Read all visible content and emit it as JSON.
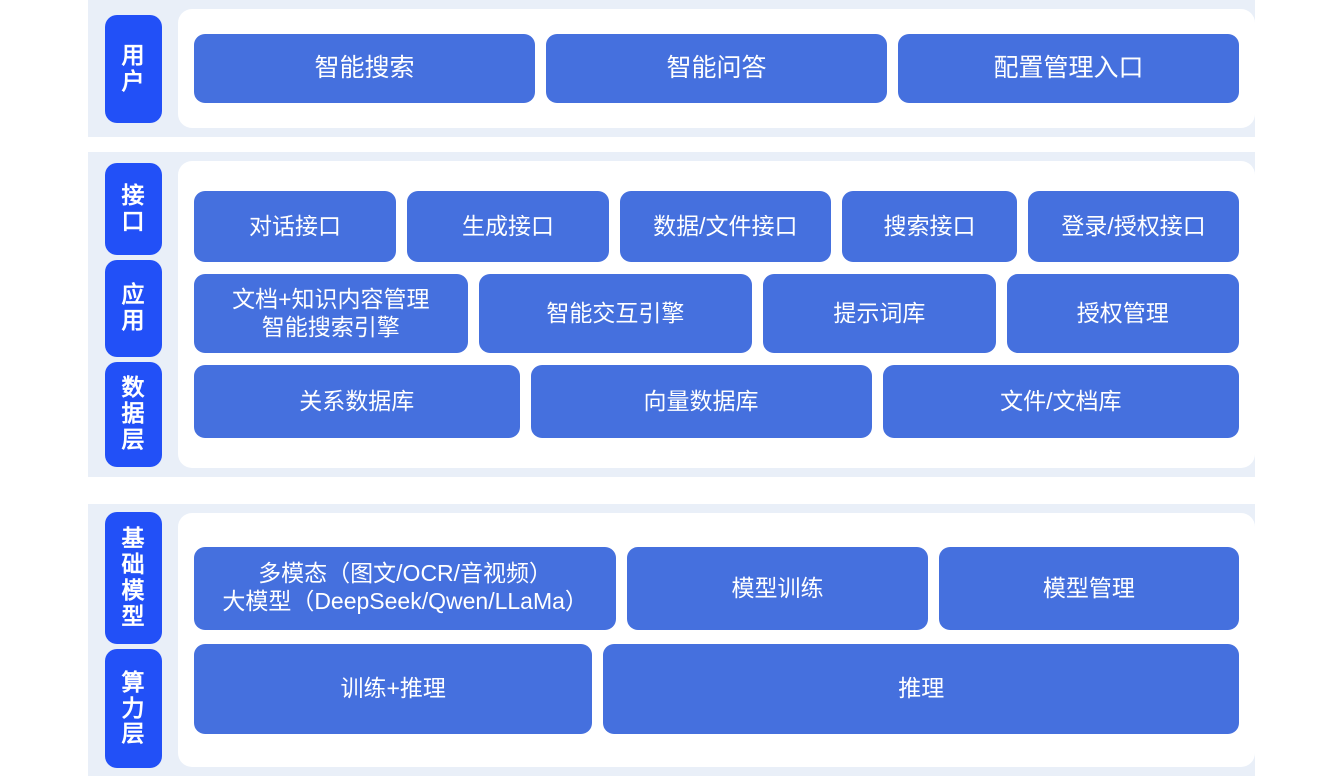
{
  "colors": {
    "tab_blue": "#2250f7",
    "card_blue": "#4570de",
    "band_bg": "#e9eff8",
    "panel_bg": "#ffffff",
    "page_bg": "#ffffff",
    "text_on_blue": "#ffffff"
  },
  "sections": [
    {
      "id": "user",
      "tabs": [
        {
          "name": "user-tier",
          "chars": [
            "用",
            "户"
          ],
          "label": "用户"
        }
      ],
      "rows": [
        {
          "id": "user-row",
          "cards": [
            {
              "name": "card-intelligent-search",
              "label": "智能搜索"
            },
            {
              "name": "card-intelligent-qa",
              "label": "智能问答"
            },
            {
              "name": "card-config-management-entry",
              "label": "配置管理入口"
            }
          ]
        }
      ]
    },
    {
      "id": "platform",
      "tabs": [
        {
          "name": "interface-tier",
          "chars": [
            "接",
            "口"
          ],
          "label": "接口"
        },
        {
          "name": "application-tier",
          "chars": [
            "应",
            "用"
          ],
          "label": "应用"
        },
        {
          "name": "data-tier",
          "chars": [
            "数",
            "据",
            "层"
          ],
          "label": "数据层"
        }
      ],
      "rows": [
        {
          "id": "api-row",
          "cards": [
            {
              "name": "card-dialog-api",
              "label": "对话接口"
            },
            {
              "name": "card-generation-api",
              "label": "生成接口"
            },
            {
              "name": "card-data-file-api",
              "label": "数据/文件接口"
            },
            {
              "name": "card-search-api",
              "label": "搜索接口"
            },
            {
              "name": "card-login-auth-api",
              "label": "登录/授权接口"
            }
          ]
        },
        {
          "id": "application-row",
          "cards": [
            {
              "name": "card-document-knowledge-management",
              "label": "文档+知识内容管理\n智能搜索引擎"
            },
            {
              "name": "card-intelligent-interaction-engine",
              "label": "智能交互引擎"
            },
            {
              "name": "card-prompt-library",
              "label": "提示词库"
            },
            {
              "name": "card-authorization-management",
              "label": "授权管理"
            }
          ]
        },
        {
          "id": "data-row",
          "cards": [
            {
              "name": "card-relational-database",
              "label": "关系数据库"
            },
            {
              "name": "card-vector-database",
              "label": "向量数据库"
            },
            {
              "name": "card-file-document-store",
              "label": "文件/文档库"
            }
          ]
        }
      ]
    },
    {
      "id": "infrastructure",
      "tabs": [
        {
          "name": "foundation-model-tier",
          "chars": [
            "基",
            "础",
            "模",
            "型"
          ],
          "label": "基础模型"
        },
        {
          "name": "compute-tier",
          "chars": [
            "算",
            "力",
            "层"
          ],
          "label": "算力层"
        }
      ],
      "rows": [
        {
          "id": "model-row",
          "cards": [
            {
              "name": "card-multimodal-large-model",
              "label": "多模态（图文/OCR/音视频）\n大模型（DeepSeek/Qwen/LLaMa）"
            },
            {
              "name": "card-model-training",
              "label": "模型训练"
            },
            {
              "name": "card-model-management",
              "label": "模型管理"
            }
          ]
        },
        {
          "id": "compute-row",
          "cards": [
            {
              "name": "card-training-plus-inference",
              "label": "训练+推理"
            },
            {
              "name": "card-inference",
              "label": "推理"
            }
          ]
        }
      ]
    }
  ]
}
